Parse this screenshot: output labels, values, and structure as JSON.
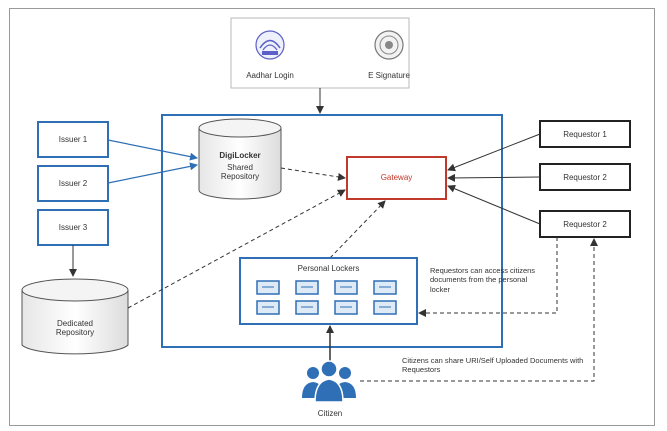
{
  "top": {
    "aadhar_label": "Aadhar Login",
    "esign_label": "E Signature"
  },
  "issuers": [
    "Issuer 1",
    "Issuer 2",
    "Issuer 3"
  ],
  "dedicated_repo": "Dedicated Repository",
  "shared_repo": {
    "title": "DigiLocker",
    "subtitle": "Shared Repository"
  },
  "gateway": "Gateway",
  "personal_lockers": "Personal Lockers",
  "requestors": [
    "Requestor 1",
    "Requestor 2",
    "Requestor 2"
  ],
  "notes": {
    "requestors_access": "Requestors can access citizens documents from the personal locker",
    "citizens_share": "Citizens can share URI/Self Uploaded Documents with Requestors"
  },
  "citizen": "Citizen",
  "colors": {
    "blue": "#2f6fb5",
    "red": "#c0392b",
    "dark": "#222222",
    "grey": "#9a9a9a"
  }
}
